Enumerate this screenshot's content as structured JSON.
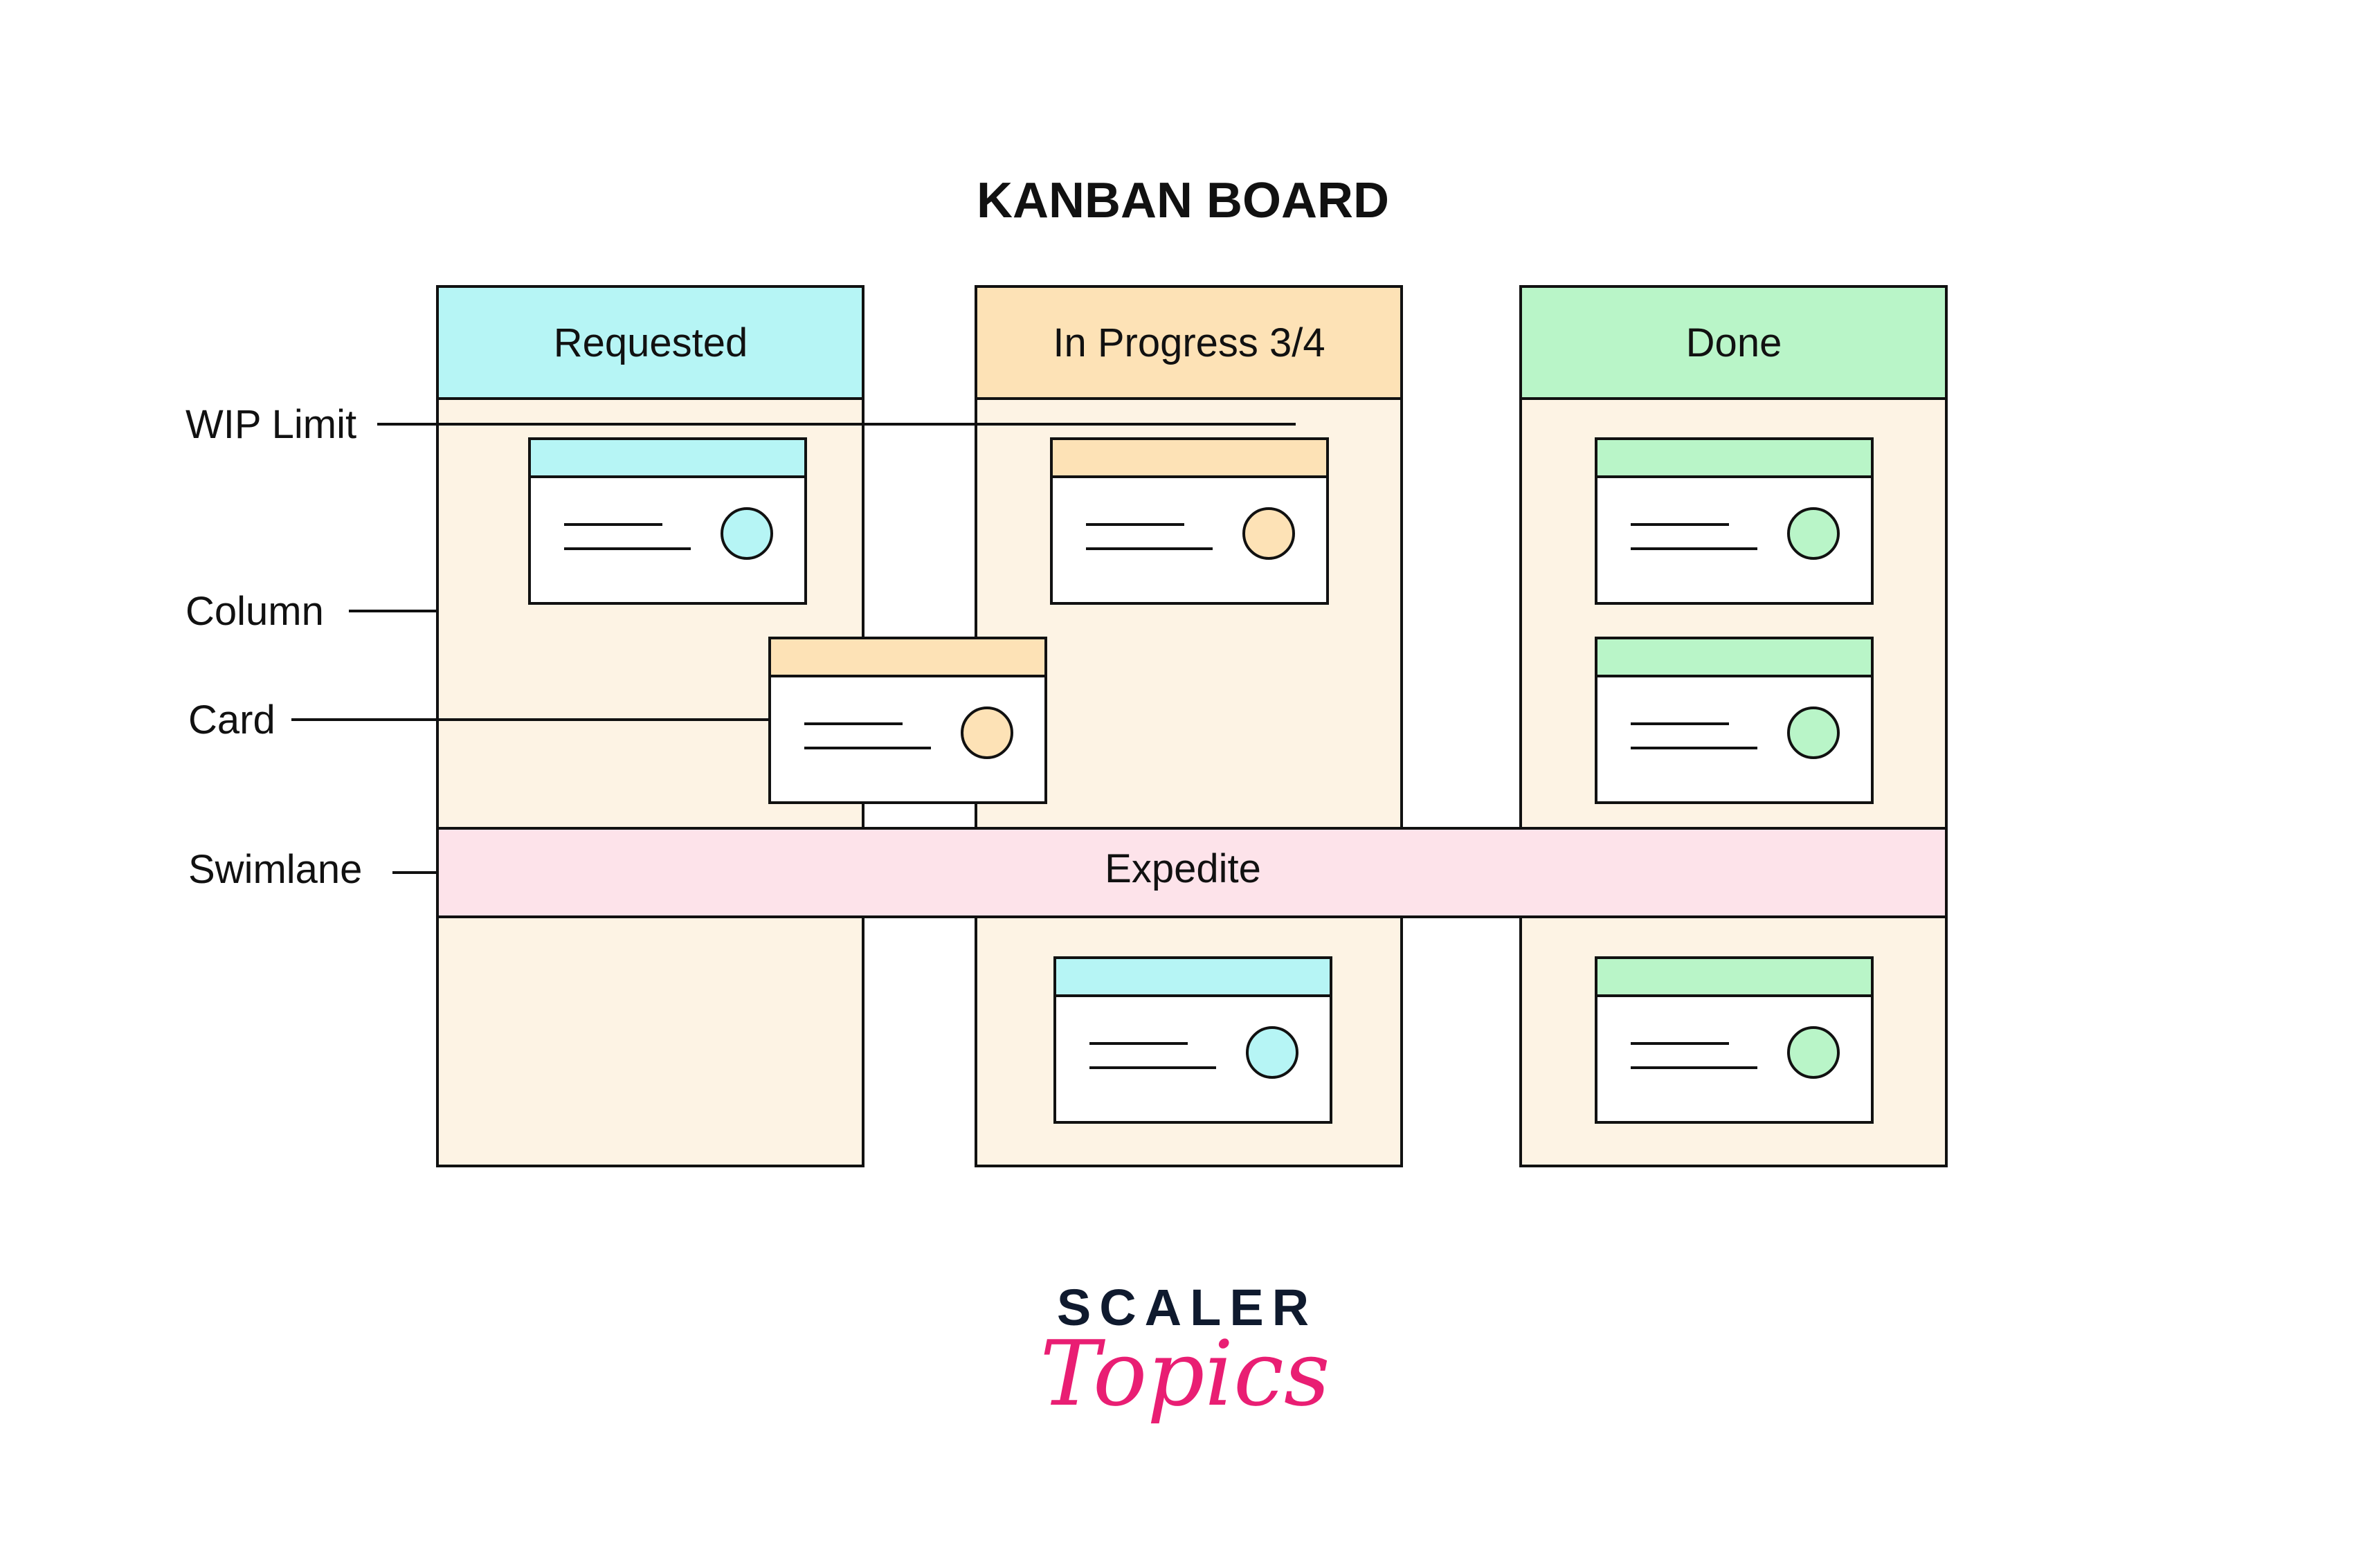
{
  "title": "KANBAN BOARD",
  "colors": {
    "requested": "#b6f5f5",
    "in_progress": "#fde2b6",
    "done": "#b9f5c8",
    "column_body": "#fdf3e4",
    "swimlane": "#fde3ea",
    "logo_dark": "#0f1a2e",
    "logo_pink": "#e91e73"
  },
  "columns": [
    {
      "label": "Requested"
    },
    {
      "label": "In Progress 3/4"
    },
    {
      "label": "Done"
    }
  ],
  "swimlane": {
    "label": "Expedite"
  },
  "annotations": {
    "wip_limit": "WIP Limit",
    "column": "Column",
    "card": "Card",
    "swimlane": "Swimlane"
  },
  "logo": {
    "line1": "SCALER",
    "line2": "Topics"
  }
}
